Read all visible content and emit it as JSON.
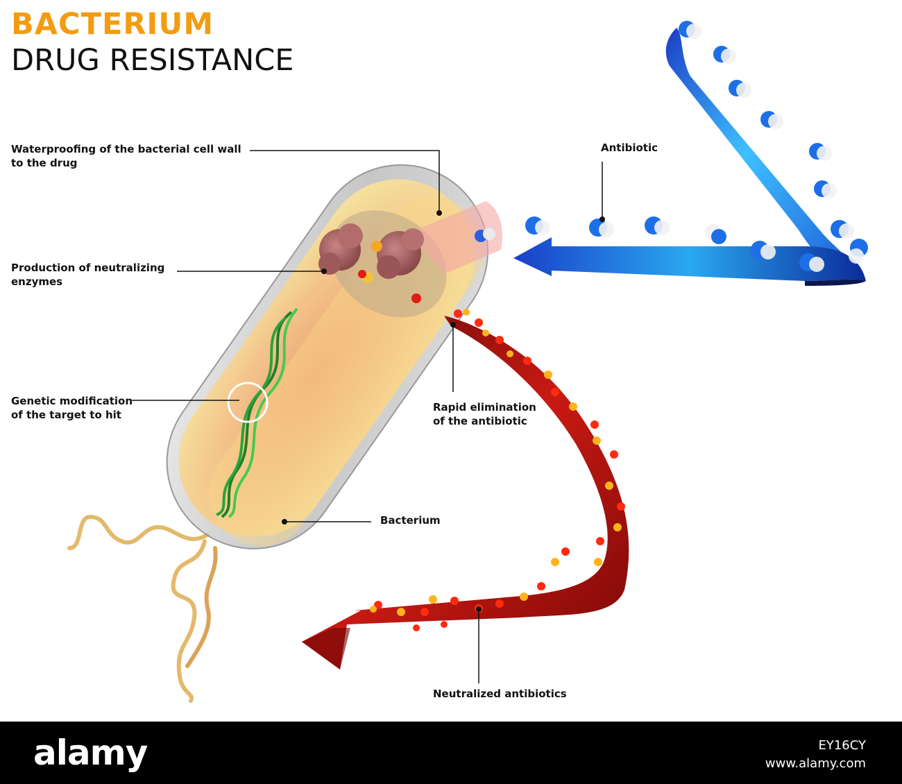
{
  "title": {
    "line1": "BACTERIUM",
    "line2": "DRUG RESISTANCE"
  },
  "labels": {
    "waterproofing_1": "Waterproofing of the bacterial cell wall",
    "waterproofing_2": "to the drug",
    "enzymes_1": "Production of neutralizing",
    "enzymes_2": "enzymes",
    "genetic_1": "Genetic modification",
    "genetic_2": "of the target to hit",
    "bacterium": "Bacterium",
    "antibiotic": "Antibiotic",
    "elimination_1": "Rapid elimination",
    "elimination_2": "of the antibiotic",
    "neutralized": "Neutralized antibiotics"
  },
  "footer": {
    "logo": "alamy",
    "stock_id": "EY16CY",
    "site": "www.alamy.com"
  },
  "colors": {
    "title_accent": "#f39c12",
    "antibiotic_blue": "#1e7fe0",
    "neutralized_red": "#a50f0f"
  }
}
